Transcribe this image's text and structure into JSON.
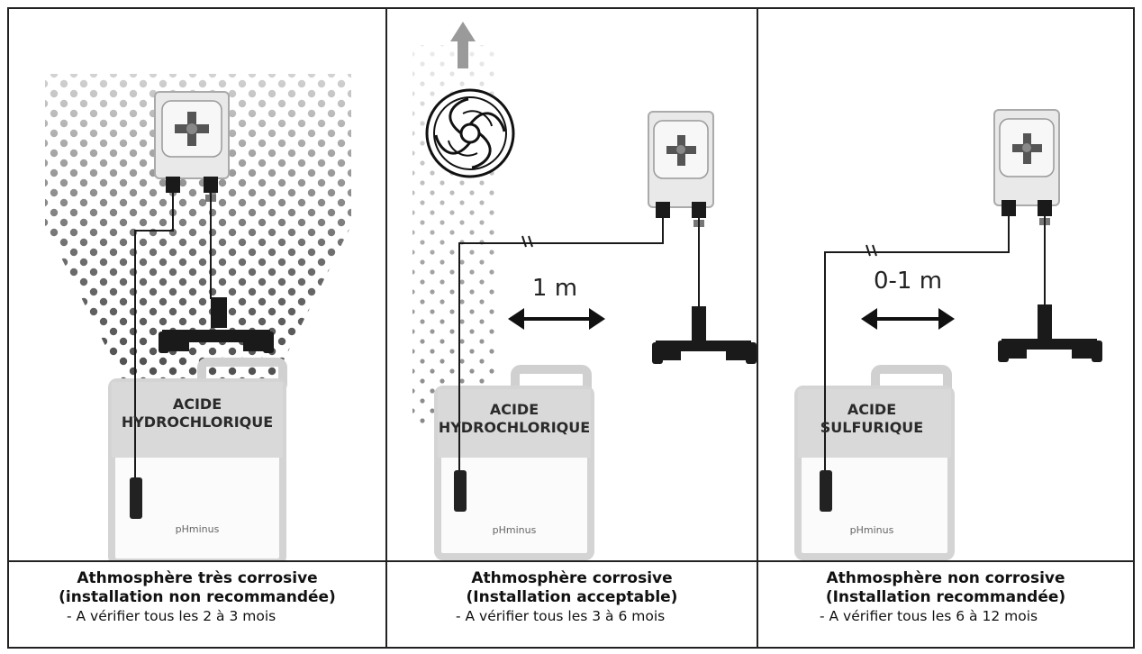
{
  "panels": [
    {
      "tank_line1": "ACIDE",
      "tank_line2": "HYDROCHLORIQUE",
      "tank_brand": "pHminus",
      "distance": "",
      "caption_line1": "Athmosphère très corrosive",
      "caption_line2": "(installation non recommandée)",
      "caption_note": "- A vérifier tous les 2 à 3 mois"
    },
    {
      "tank_line1": "ACIDE",
      "tank_line2": "HYDROCHLORIQUE",
      "tank_brand": "pHminus",
      "distance": "1 m",
      "caption_line1": "Athmosphère corrosive",
      "caption_line2": "(Installation acceptable)",
      "caption_note": "- A vérifier tous les 3 à 6 mois"
    },
    {
      "tank_line1": "ACIDE",
      "tank_line2": "SULFURIQUE",
      "tank_brand": "pHminus",
      "distance": "0-1 m",
      "caption_line1": "Athmosphère non corrosive",
      "caption_line2": "(Installation recommandée)",
      "caption_note": "- A vérifier tous les 6 à 12 mois"
    }
  ],
  "colors": {
    "border": "#222222",
    "tank": "#d8d8d8",
    "tank_outline": "#c8c8c8",
    "pump_body": "#e6e6e6",
    "pipe": "#1a1a1a",
    "fumes": "#555555"
  }
}
